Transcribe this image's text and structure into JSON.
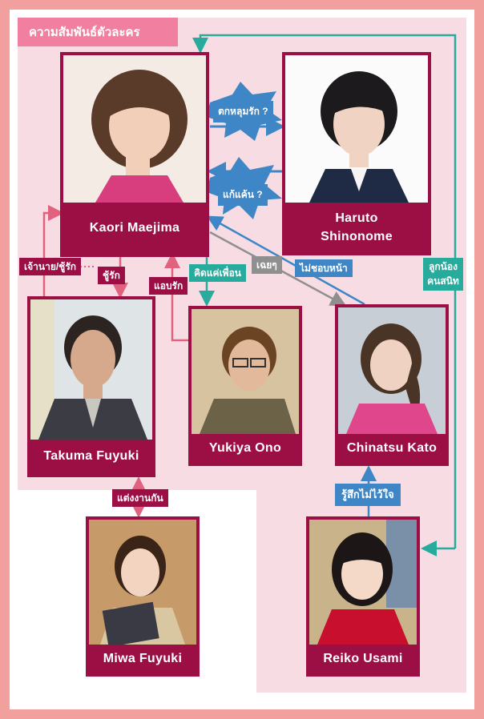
{
  "title": "ความสัมพันธ์ตัวละคร",
  "characters": {
    "kaori": {
      "name": "Kaori Maejima"
    },
    "haruto": {
      "name_line1": "Haruto",
      "name_line2": "Shinonome"
    },
    "takuma": {
      "name": "Takuma Fuyuki"
    },
    "yukiya": {
      "name": "Yukiya Ono"
    },
    "chinatsu": {
      "name": "Chinatsu Kato"
    },
    "miwa": {
      "name": "Miwa Fuyuki"
    },
    "reiko": {
      "name": "Reiko Usami"
    }
  },
  "relations": {
    "kaori_to_haruto": "ตกหลุมรัก ?",
    "haruto_to_kaori": "แก้แค้น ?",
    "takuma_to_kaori": "เจ้านาย/ชู้รัก",
    "kaori_to_takuma": "ชู้รัก",
    "yukiya_to_kaori": "แอบรัก",
    "kaori_to_yukiya": "คิดแค่เพื่อน",
    "kaori_to_chinatsu": "เฉยๆ",
    "chinatsu_to_kaori": "ไม่ชอบหน้า",
    "haruto_reiko_line1": "ลูกน้อง",
    "haruto_reiko_line2": "คนสนิท",
    "takuma_miwa": "แต่งงานกัน",
    "reiko_to_chinatsu": "รู้สึกไม่ไว้ใจ"
  },
  "colors": {
    "frame": "#f2a09d",
    "panel": "#f7dde3",
    "card": "#9c0f45",
    "title_bar": "#f17fa0",
    "blue_label": "#3e86c6",
    "teal_label": "#26ab9c",
    "grey_label": "#8f8f8f",
    "pink_arrow": "#e0627f"
  }
}
